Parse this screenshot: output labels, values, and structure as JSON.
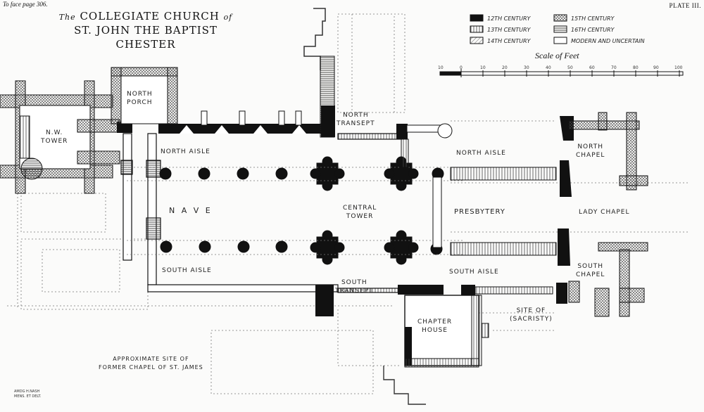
{
  "header": {
    "page_ref": "To face page 306.",
    "plate": "PLATE III."
  },
  "title": {
    "line1_prefix": "The",
    "line1_main": "COLLEGIATE CHURCH",
    "line1_suffix": "of",
    "line2": "ST. JOHN THE BAPTIST",
    "line3": "CHESTER"
  },
  "legend": {
    "items": [
      {
        "label": "12TH CENTURY",
        "fill": "solid"
      },
      {
        "label": "13TH CENTURY",
        "fill": "vertical-hatch"
      },
      {
        "label": "14TH CENTURY",
        "fill": "diagonal-hatch"
      },
      {
        "label": "15TH CENTURY",
        "fill": "cross-hatch"
      },
      {
        "label": "16TH CENTURY",
        "fill": "horizontal-hatch"
      },
      {
        "label": "MODERN AND UNCERTAIN",
        "fill": "empty"
      }
    ]
  },
  "scale": {
    "title": "Scale of Feet",
    "ticks": [
      "10",
      "0",
      "10",
      "20",
      "30",
      "40",
      "50",
      "60",
      "70",
      "80",
      "90",
      "100"
    ]
  },
  "rooms": {
    "north_porch": "NORTH\nPORCH",
    "nw_tower": "N.W.\nTOWER",
    "north_aisle_nave": "NORTH AISLE",
    "nave": "N A V E",
    "south_aisle_nave": "SOUTH AISLE",
    "north_transept": "NORTH\nTRANSEPT",
    "central_tower": "CENTRAL\nTOWER",
    "south_transept": "SOUTH\nTRANSEPT",
    "north_aisle_choir": "NORTH AISLE",
    "presbytery": "PRESBYTERY",
    "south_aisle_choir": "SOUTH AISLE",
    "north_chapel": "NORTH\nCHAPEL",
    "lady_chapel": "LADY CHAPEL",
    "south_chapel": "SOUTH\nCHAPEL",
    "chapter_house": "CHAPTER\nHOUSE",
    "site_of_sacristy": "SITE OF\n(SACRISTY)",
    "chapel_st_james": "APPROXIMATE SITE OF\nFORMER CHAPEL OF ST. JAMES"
  },
  "footnote": "AMDG H.NASH\nMENS. ET DELT."
}
